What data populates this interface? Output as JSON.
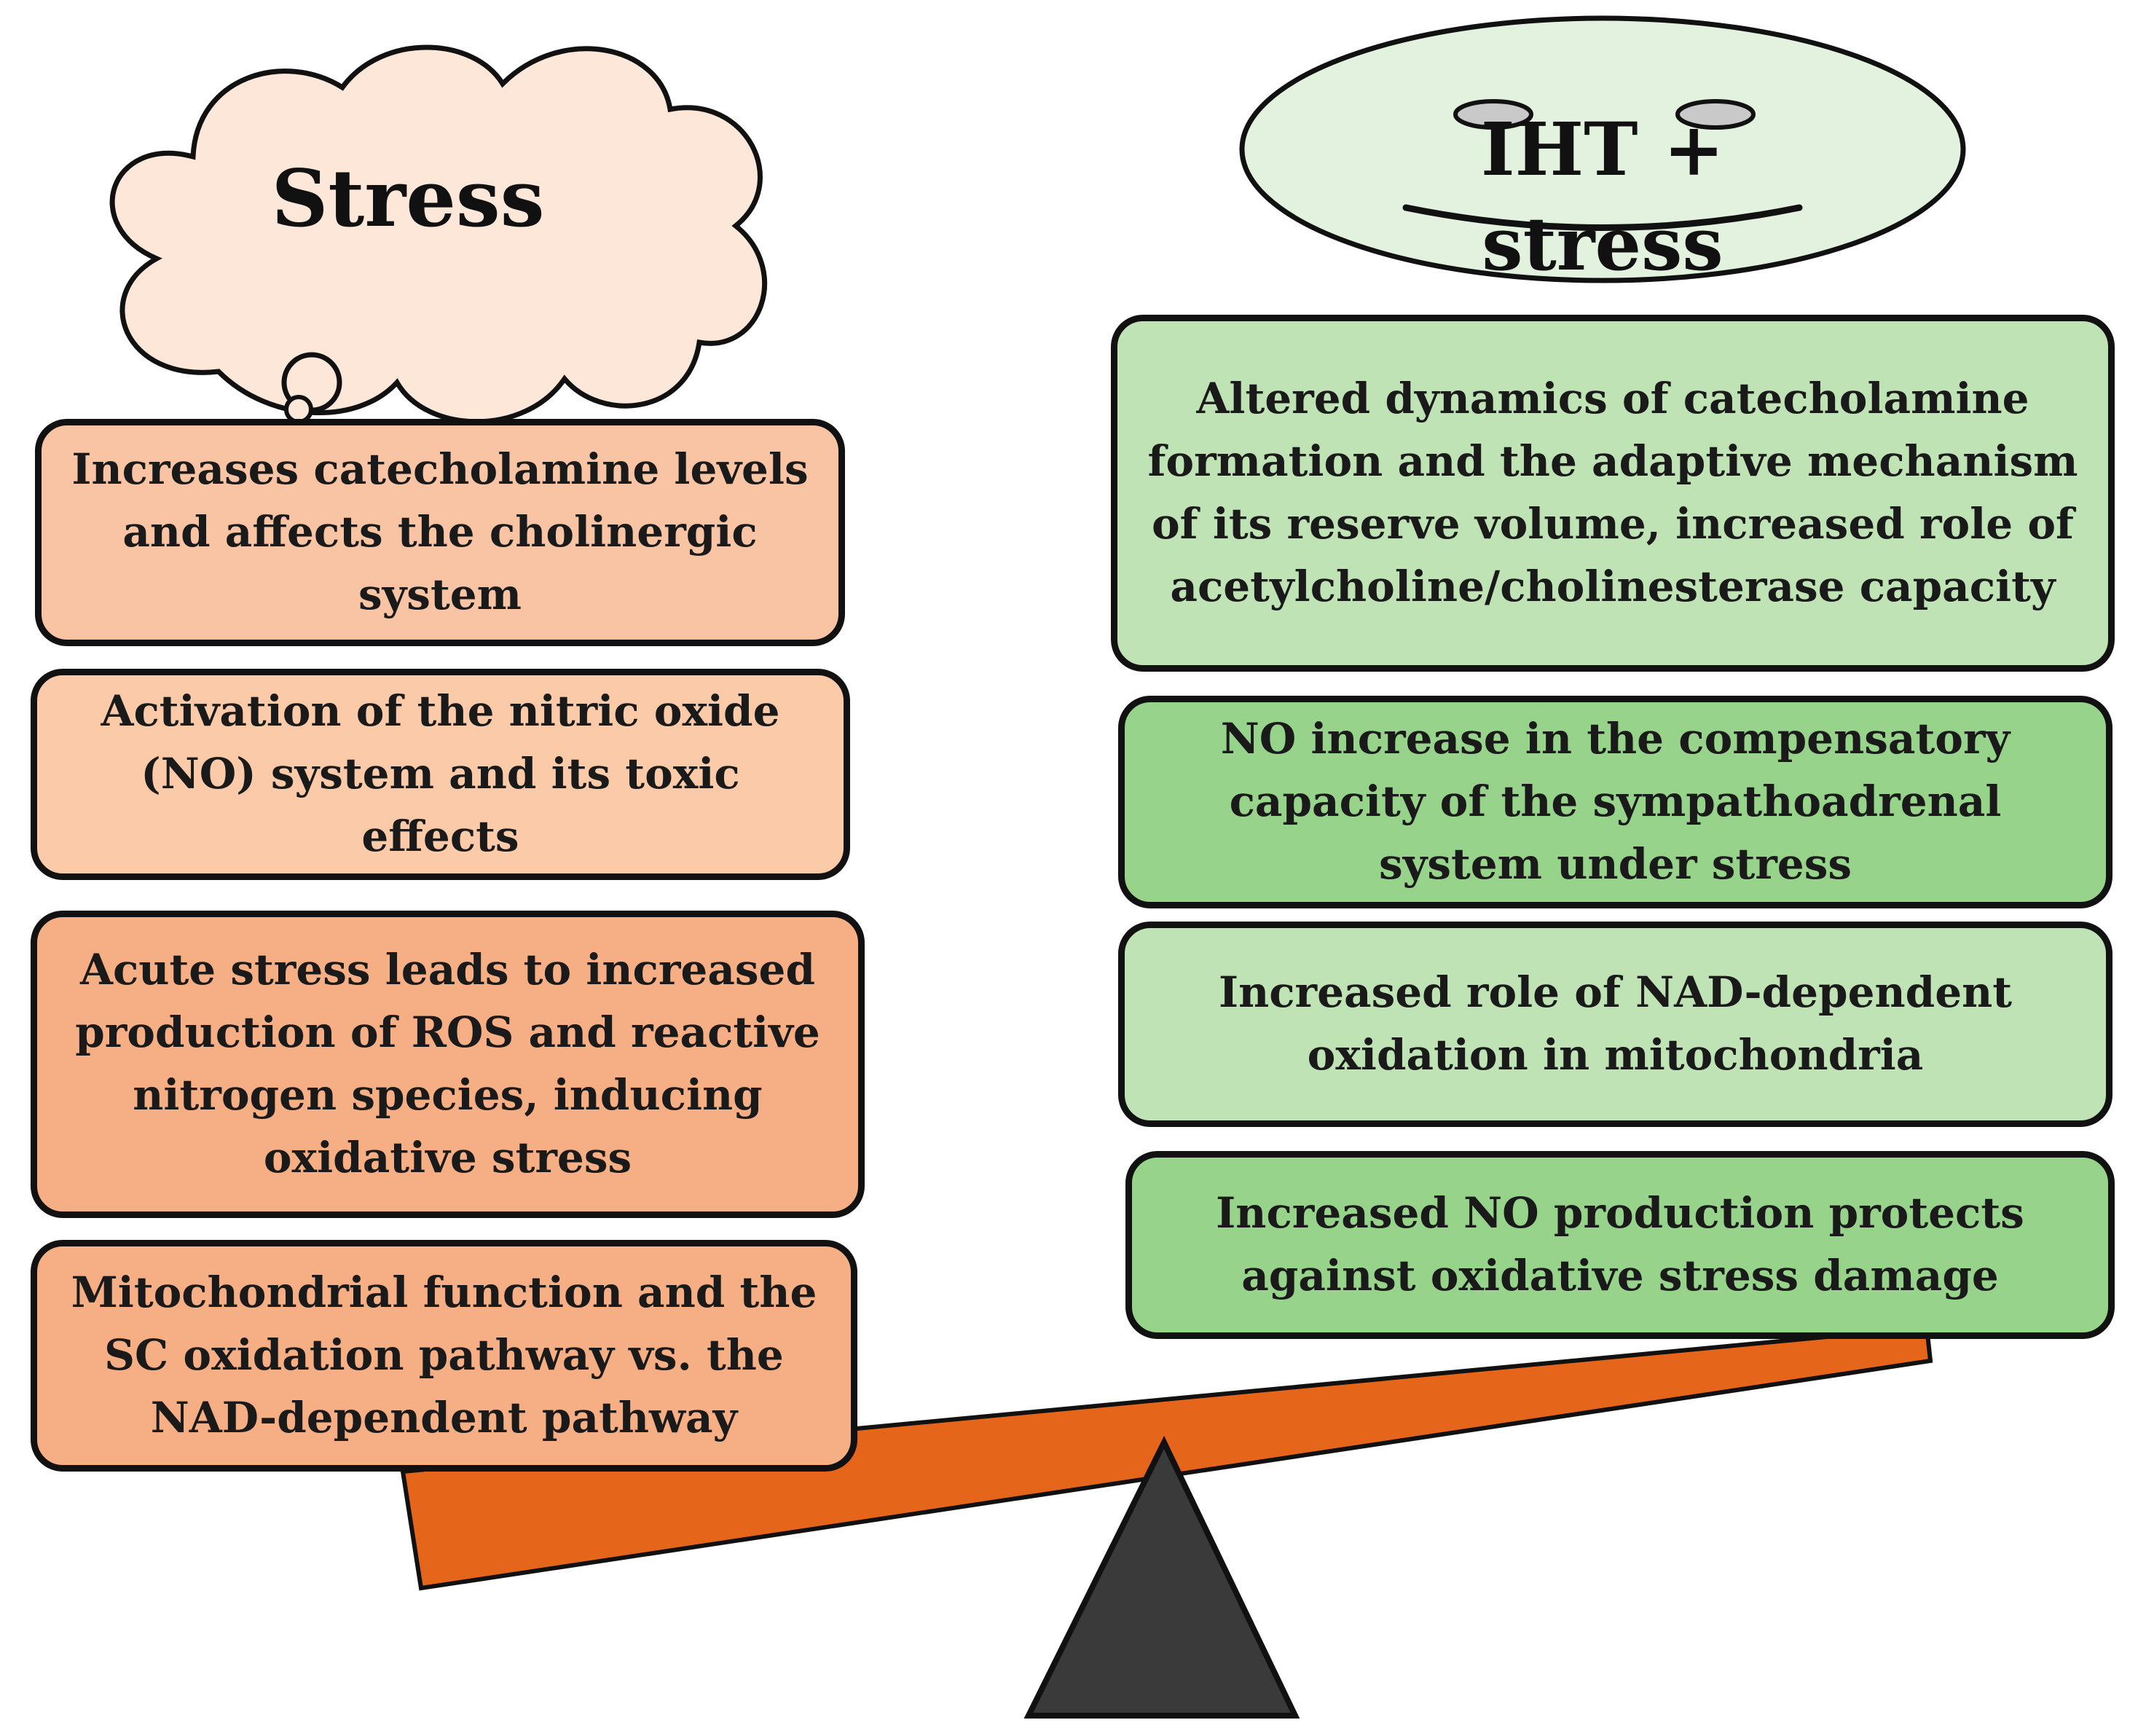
{
  "left": {
    "title": "Stress",
    "items": [
      "Increases catecholamine levels and affects the cholinergic system",
      "Activation of the nitric oxide (NO) system and its toxic effects",
      "Acute stress leads to increased production of ROS and reactive nitrogen species, inducing oxidative stress",
      "Mitochondrial function and the SC oxidation pathway vs. the NAD-dependent pathway"
    ]
  },
  "right": {
    "title": "IHT + stress",
    "items": [
      "Altered dynamics of catecholamine formation and the adaptive mechanism of its reserve volume, increased role of acetylcholine/cholinesterase capacity",
      "NO increase in the compensatory capacity of the sympathoadrenal system under stress",
      "Increased role of NAD-dependent oxidation in mitochondria",
      "Increased NO production protects against oxidative stress damage"
    ]
  },
  "colors": {
    "left_box_1": "#f8c4a4",
    "left_box_2": "#fbcaa8",
    "left_box_3": "#f6ae84",
    "left_box_4": "#f6ae84",
    "right_box_1": "#bfe3b4",
    "right_box_2": "#97d38a",
    "right_box_3": "#bfe3b4",
    "right_box_4": "#97d38a",
    "cloud_fill": "#fce7d9",
    "face_fill": "#e3f2de",
    "eye_fill": "#c9c9c9",
    "beam": "#e5661a",
    "fulcrum": "#3a3a3a",
    "outline": "#111111"
  }
}
